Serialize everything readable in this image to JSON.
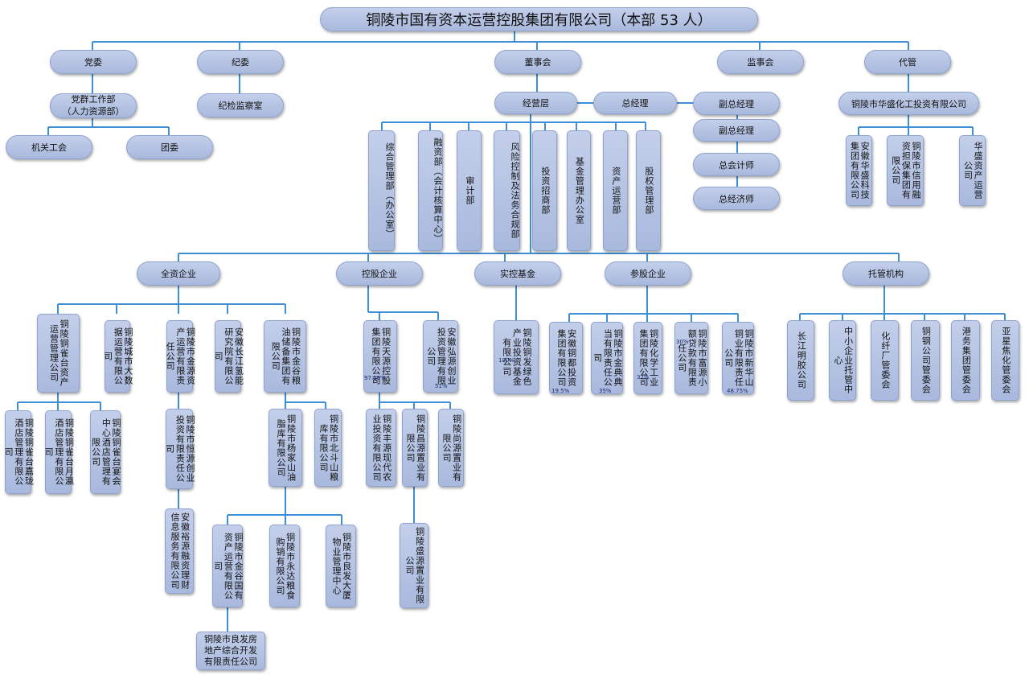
{
  "title": "铜陵市国有资本运营控股集团有限公司（本部 53 人）",
  "top_nodes": {
    "party_committee": "党委",
    "discipline": "纪委",
    "board": "董事会",
    "supervisory": "监事会",
    "trustee": "代管"
  },
  "party_work_dept": "党群工作部\n（人力资源部）",
  "org_union": "机关工会",
  "youth_league": "团委",
  "discipline_office": "纪检监察室",
  "management": "经营层",
  "general_manager": "总经理",
  "deputy_gm_1": "副总经理",
  "deputy_gm_2": "副总经理",
  "chief_accountant": "总会计师",
  "chief_economist": "总经济师",
  "departments": [
    "综合管理部（办公室）",
    "融资部（会计核算中心）",
    "审计部",
    "风险控制及法务合规部",
    "投资招商部",
    "基金管理办公室",
    "资产运营部",
    "股权管理部"
  ],
  "trustee_company": "铜陵市华盛化工投资有限公司",
  "trustee_subs": [
    "安徽华盛科技集团有限公司",
    "铜陵市信用融资担保集团有限公司",
    "华盛资产运营公司"
  ],
  "categories": {
    "wholly_owned": "全资企业",
    "controlled": "控股企业",
    "fund": "实控基金",
    "participating": "参股企业",
    "trusteeship": "托管机构"
  },
  "wholly_owned": [
    "铜陵铜雀台资产运营管理公司",
    "铜陵城市大数据运营有限公司",
    "铜陵市金源资产运营有限责任公司",
    "安徽长江氢能研究院有限公司",
    "铜陵市金谷粮油储备集团有限公司"
  ],
  "queque_subs": [
    "铜陵铜雀台嘉珑酒店管理有限公司",
    "铜陵铜雀台月瀛酒店管理有限公司",
    "铜陵铜雀台宴会中心酒店管理有限公司"
  ],
  "hengyuan": "铜陵市恒源创业投资有限责任公司",
  "yuyuan": "安徽裕源融资理财信息服务有限公司",
  "jingu_subs": [
    "铜陵市杨家山油脂库有限公司",
    "铜陵市北斗山粮库有限公司"
  ],
  "yangjiashan_subs": [
    "铜陵市金谷国有资产运营有限公司",
    "铜陵市永达粮食购销有限公司",
    "铜陵市良发大厦物业管理中心"
  ],
  "liangfa_estate": "铜陵市良发房地产综合开发有限责任公司",
  "controlled": [
    "铜陵天源控股集团有限公司",
    "安徽弘源创业投资管理有限公司"
  ],
  "controlled_pct": [
    "97.19%",
    "51%"
  ],
  "tianyuan_subs": [
    "铜陵丰源现代农业投资有限公司",
    "铜陵昌源置业有限公司",
    "铜陵尚源置业有限公司"
  ],
  "shengyuan": "铜陵盛源置业有限公司",
  "fund": "铜陵铜发绿色产业投资基金有限公司",
  "fund_pct": "100%",
  "participating": [
    "安徽铜都投资集团有限公司",
    "铜陵市金典典当有限责任公司",
    "铜陵化学工业集团有限公司",
    "铜陵市富源小额贷款有限责任公司",
    "铜陵市新华山铜业有限责任公司"
  ],
  "participating_pct": [
    "19.5%",
    "35%",
    "37%",
    "30%",
    "48.75%"
  ],
  "trusteeship": [
    "长江明胶公司",
    "中小企业托管中心",
    "化纤厂管委会",
    "铜钢公司管委会",
    "港务集团管委会",
    "亚星焦化管委会"
  ]
}
